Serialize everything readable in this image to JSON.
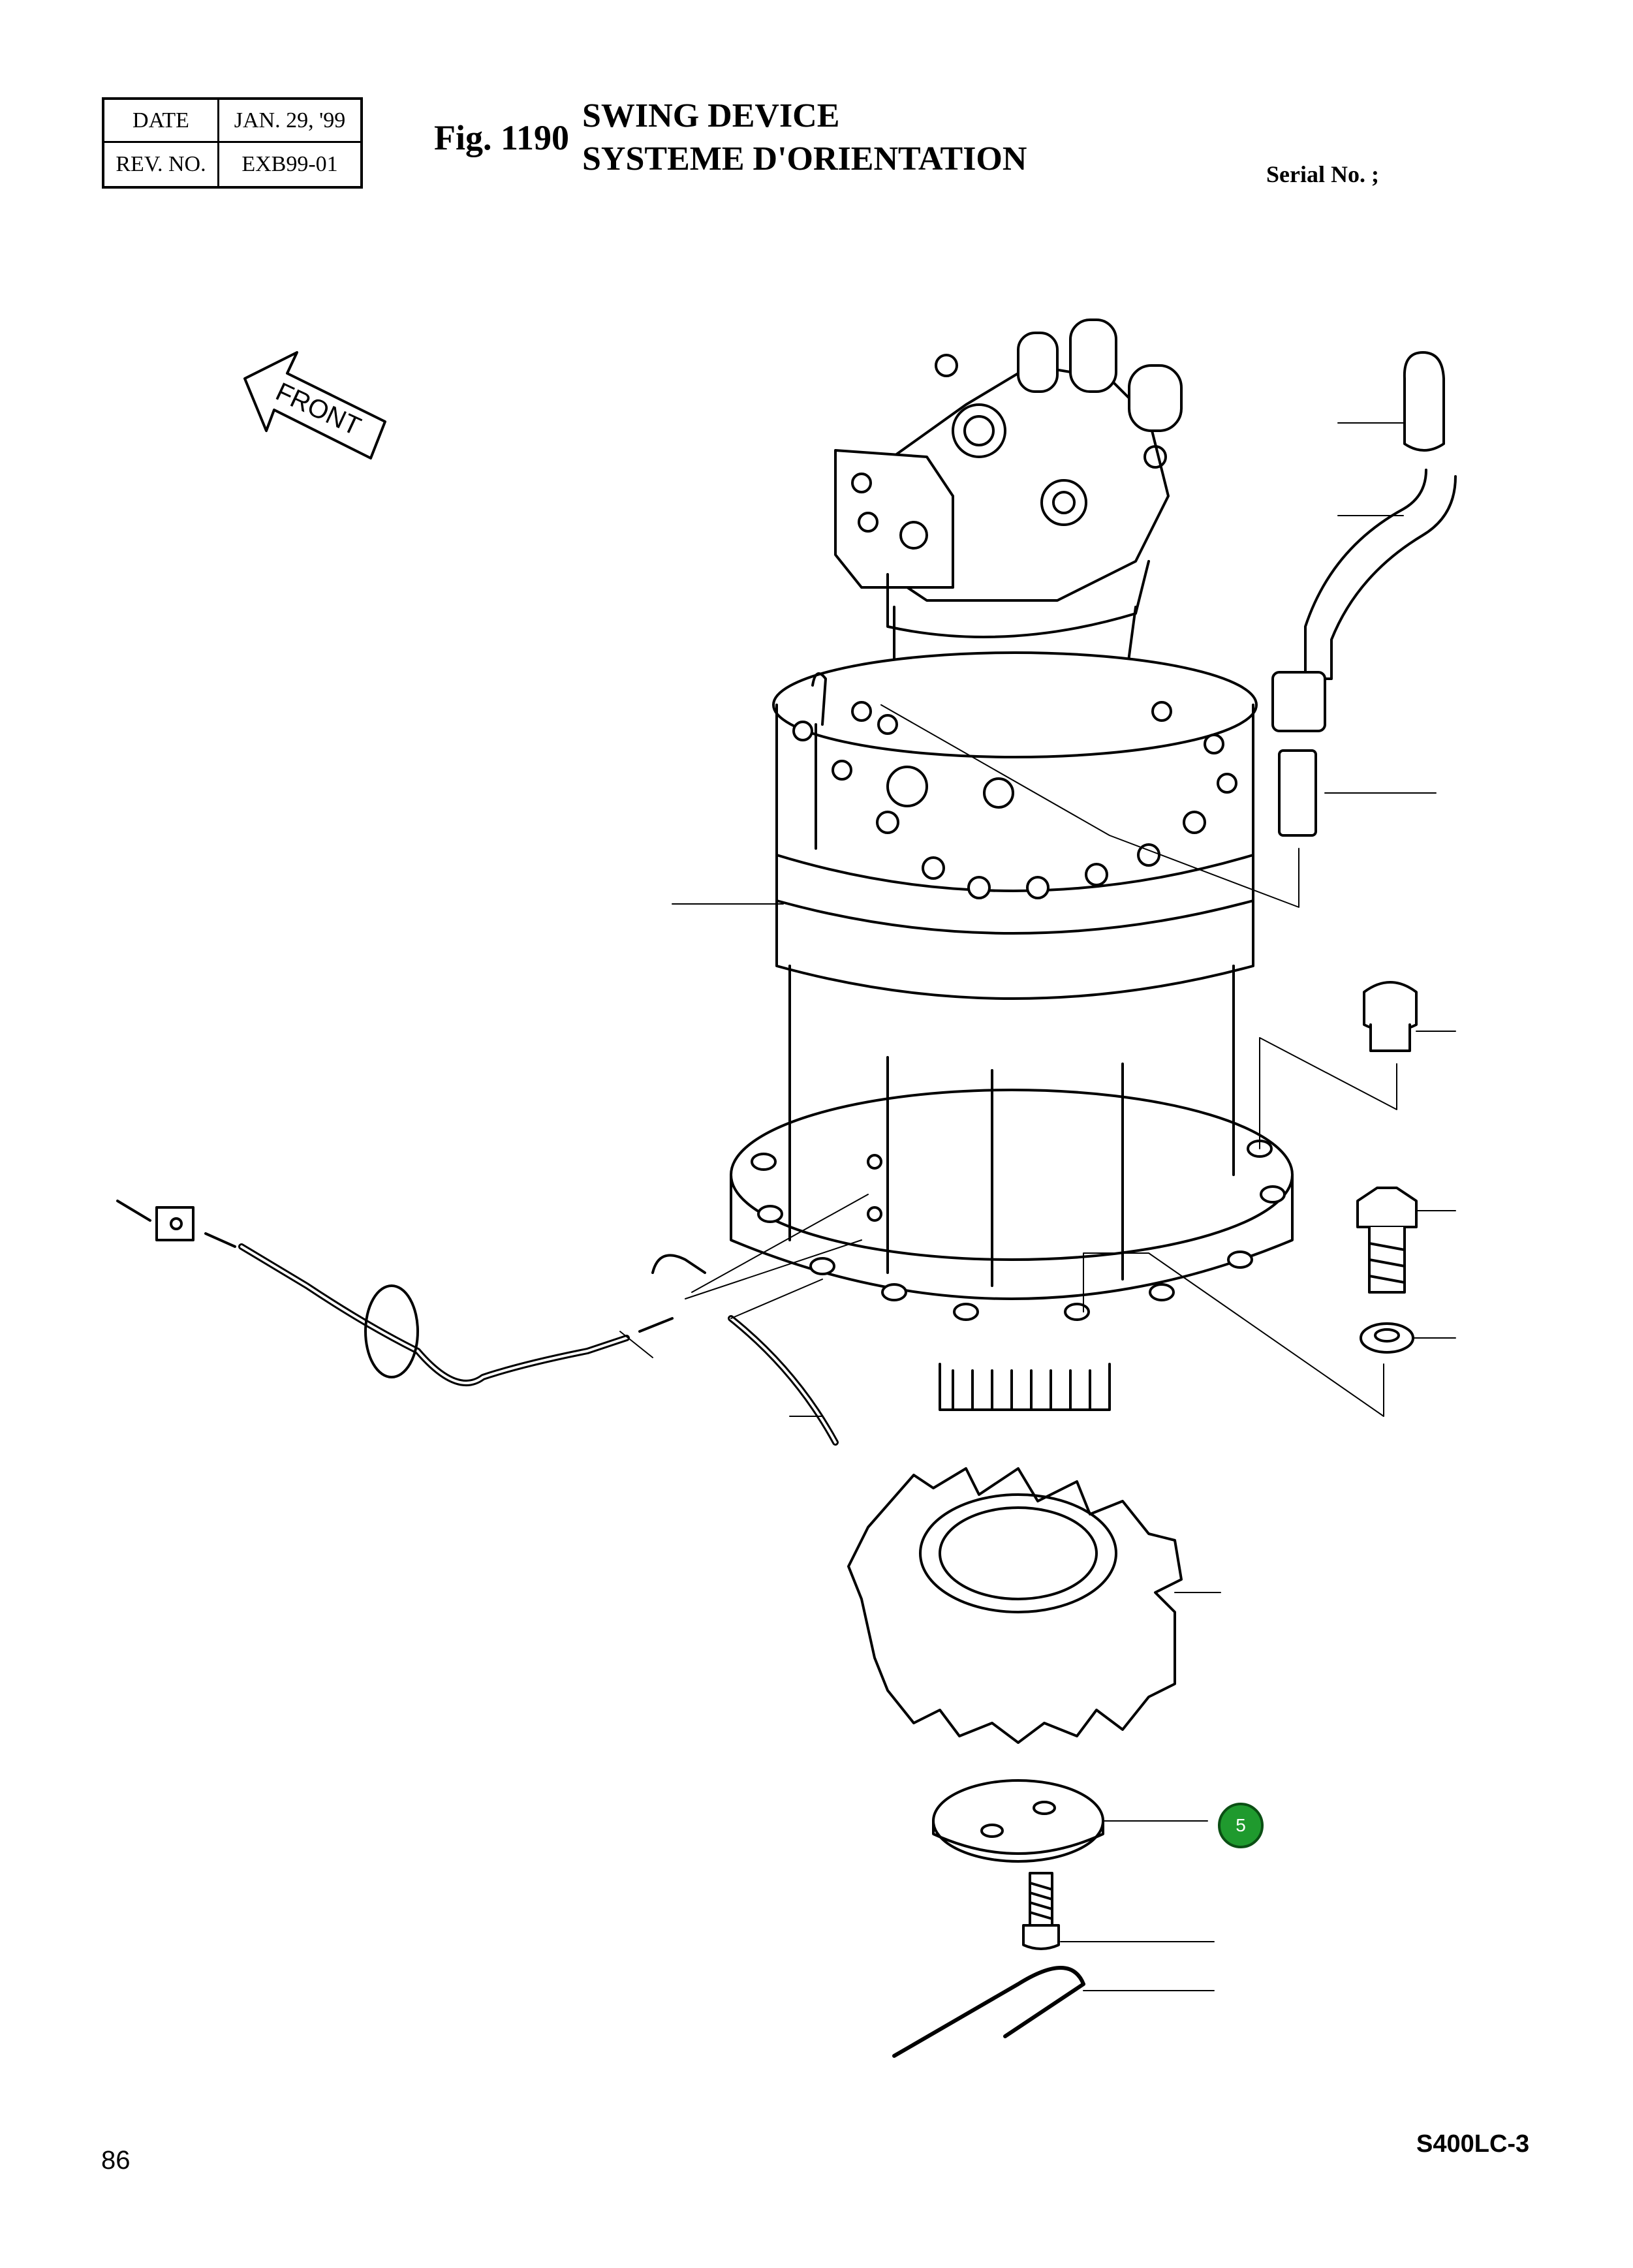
{
  "header": {
    "date_label": "DATE",
    "date_value": "JAN. 29, '99",
    "rev_label": "REV. NO.",
    "rev_value": "EXB99-01"
  },
  "figure": {
    "number": "Fig. 1190",
    "title_en": "SWING DEVICE",
    "title_fr": "SYSTEME D'ORIENTATION"
  },
  "serial_label": "Serial No. ;",
  "diagram": {
    "front_arrow_label": "FRONT",
    "callout_number": "5",
    "callout_color": "#1f9a2e"
  },
  "footer": {
    "page_number": "86",
    "model": "S400LC-3"
  }
}
